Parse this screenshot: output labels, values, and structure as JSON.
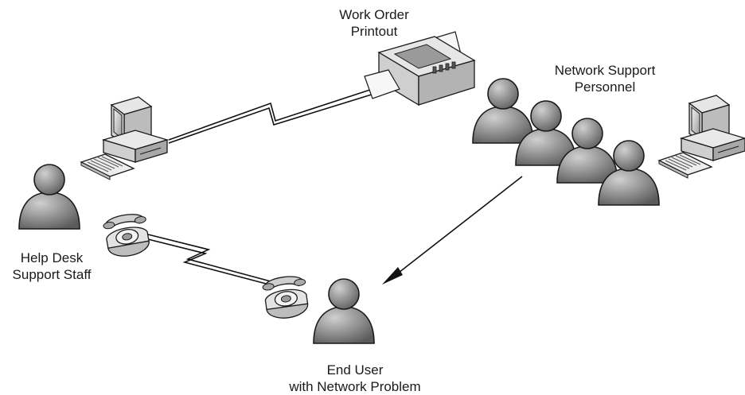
{
  "labels": {
    "work_order": [
      "Work Order",
      "Printout"
    ],
    "network_support": [
      "Network Support",
      "Personnel"
    ],
    "help_desk": [
      "Help Desk",
      "Support Staff"
    ],
    "end_user": [
      "End User",
      "with Network Problem"
    ]
  },
  "colors": {
    "person_fill": "#8c8c8c",
    "person_highlight": "#c4c4c4",
    "person_stroke": "#1a1a1a",
    "device_light": "#e9e9e9",
    "device_mid": "#bdbdbd",
    "device_dark": "#6f6f6f",
    "line": "#111111"
  },
  "icons": [
    "person-icon",
    "computer-icon",
    "telephone-icon",
    "printer-icon",
    "lightning-link-icon",
    "arrow-icon"
  ]
}
